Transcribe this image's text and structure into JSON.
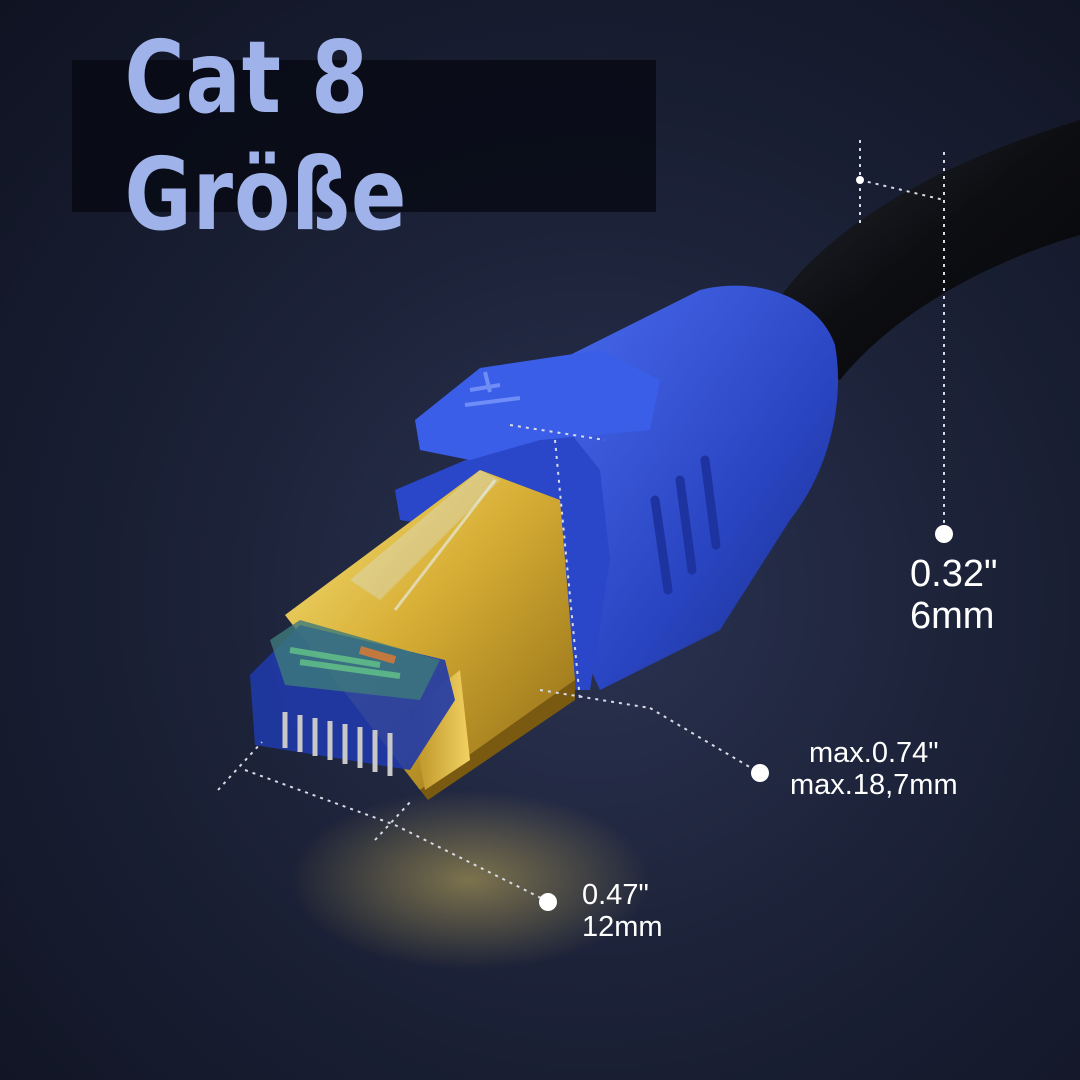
{
  "title": "Cat 8 Größe",
  "colors": {
    "title": "#9fb3ea",
    "background": "#1c2238",
    "boot_blue": "#2d4fd1",
    "connector_gold": "#d9b53a",
    "cable_black": "#0d0e12"
  },
  "dimensions": {
    "cable_diameter": {
      "imperial": "0.32\"",
      "metric": "6mm"
    },
    "connector_height": {
      "imperial": "max.0.74\"",
      "metric": "max.18,7mm"
    },
    "connector_width": {
      "imperial": "0.47\"",
      "metric": "12mm"
    }
  }
}
